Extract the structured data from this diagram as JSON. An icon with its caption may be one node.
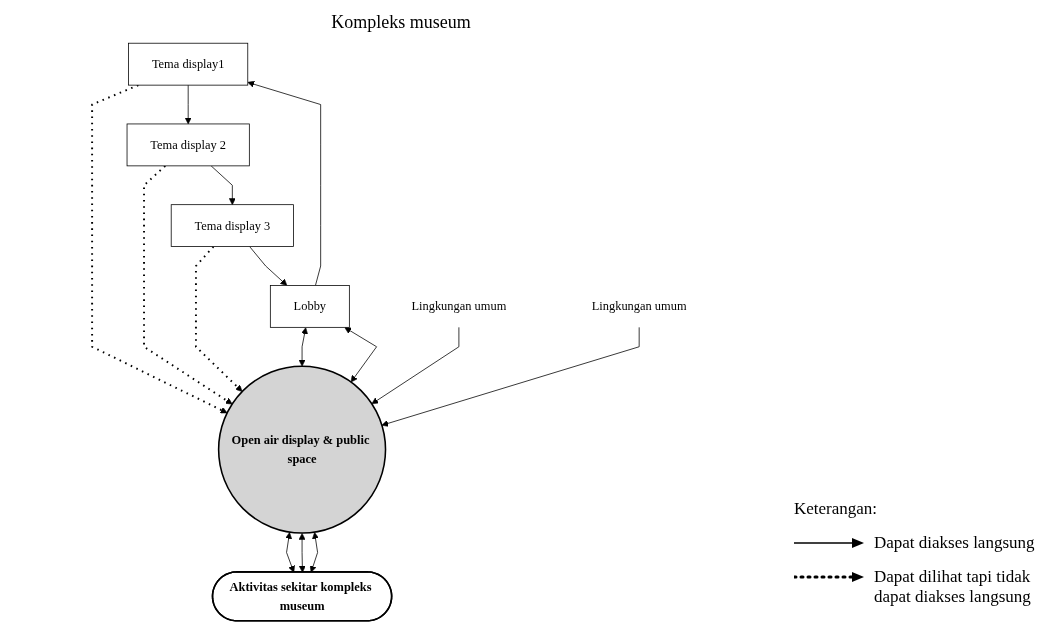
{
  "diagram": {
    "nodes": [
      {
        "text": [
          "Tema display1"
        ]
      },
      {
        "text": [
          "Tema display 2"
        ]
      },
      {
        "text": [
          "Tema display 3"
        ]
      },
      {
        "text": [
          "Lobby"
        ]
      },
      {
        "text": [
          "Open air display & public space"
        ]
      },
      {
        "text": [
          "Lingkungan umum"
        ]
      },
      {
        "text": [
          "Lingkungan umum"
        ]
      },
      {
        "text": [
          "Aktivitas sekitar kompleks museum"
        ]
      }
    ],
    "edges": [
      {
        "from": 0,
        "to": 1,
        "arrow": "to"
      },
      {
        "from": 1,
        "to": 2,
        "arrow": "to"
      },
      {
        "from": 3,
        "to": 0,
        "arrow": "to"
      },
      {
        "from": 2,
        "to": 3,
        "arrow": "to"
      },
      {
        "from": 0,
        "to": 4,
        "arrow": "to",
        "style": "dashed"
      },
      {
        "from": 1,
        "to": 4,
        "arrow": "to",
        "style": "dashed"
      },
      {
        "from": 2,
        "to": 4,
        "arrow": "to",
        "style": "dashed"
      },
      {
        "from": 3,
        "to": 4,
        "arrow": "both"
      },
      {
        "from": 3,
        "to": 4,
        "arrow": "both"
      },
      {
        "from": 5,
        "to": 4,
        "arrow": "to"
      },
      {
        "from": 6,
        "to": 4,
        "arrow": "to"
      },
      {
        "from": 4,
        "to": 7,
        "arrow": "both"
      },
      {
        "from": 4,
        "to": 7,
        "arrow": "both"
      },
      {
        "from": 4,
        "to": 7,
        "arrow": "both"
      }
    ],
    "labels": [
      "Kompleks museum",
      "Keterangan:"
    ],
    "legend": [
      {
        "text": "Dapat diakses langsung"
      },
      {
        "text": "Dapat dilihat tapi tidak dapat diakses langsung"
      }
    ]
  }
}
